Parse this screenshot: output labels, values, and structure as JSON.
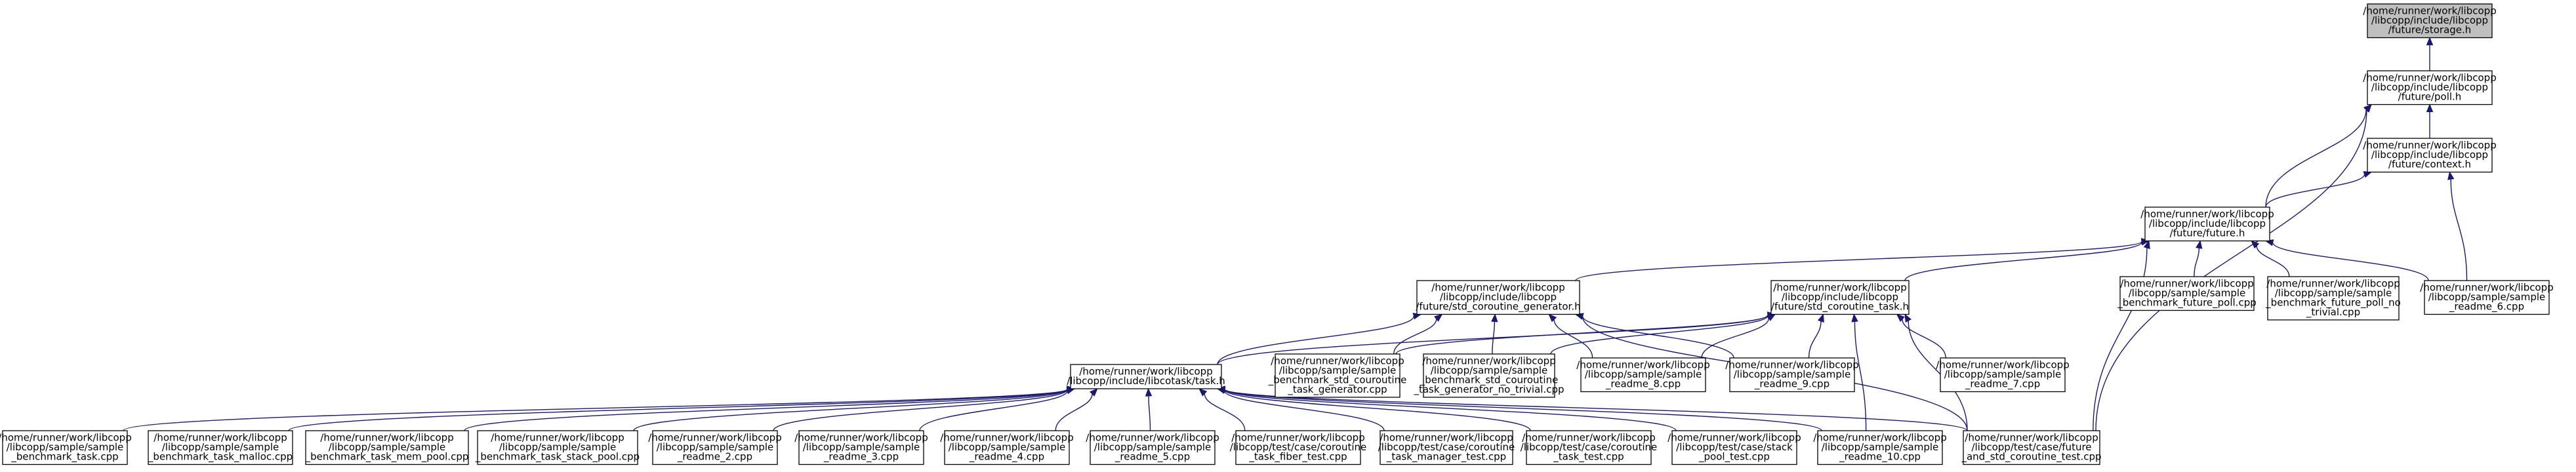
{
  "graph": {
    "title": "",
    "root_node": "storage",
    "colors": {
      "edge": "#191970",
      "root_fill": "#bfbfbf",
      "node_fill": "#ffffff",
      "node_border": "#000000"
    },
    "nodes": [
      {
        "id": "storage",
        "label": [
          "/home/runner/work/libcopp",
          "/libcopp/include/libcopp",
          "/future/storage.h"
        ]
      },
      {
        "id": "poll",
        "label": [
          "/home/runner/work/libcopp",
          "/libcopp/include/libcopp",
          "/future/poll.h"
        ]
      },
      {
        "id": "context",
        "label": [
          "/home/runner/work/libcopp",
          "/libcopp/include/libcopp",
          "/future/context.h"
        ]
      },
      {
        "id": "future",
        "label": [
          "/home/runner/work/libcopp",
          "/libcopp/include/libcopp",
          "/future/future.h"
        ]
      },
      {
        "id": "std_coroutine_generator",
        "label": [
          "/home/runner/work/libcopp",
          "/libcopp/include/libcopp",
          "/future/std_coroutine_generator.h"
        ]
      },
      {
        "id": "std_coroutine_task",
        "label": [
          "/home/runner/work/libcopp",
          "/libcopp/include/libcopp",
          "/future/std_coroutine_task.h"
        ]
      },
      {
        "id": "benchmark_future_poll",
        "label": [
          "/home/runner/work/libcopp",
          "/libcopp/sample/sample",
          "_benchmark_future_poll.cpp"
        ]
      },
      {
        "id": "benchmark_future_poll_no_trivial",
        "label": [
          "/home/runner/work/libcopp",
          "/libcopp/sample/sample",
          "_benchmark_future_poll_no",
          "_trivial.cpp"
        ]
      },
      {
        "id": "readme_6",
        "label": [
          "/home/runner/work/libcopp",
          "/libcopp/sample/sample",
          "_readme_6.cpp"
        ]
      },
      {
        "id": "task_h",
        "label": [
          "/home/runner/work/libcopp",
          "/libcopp/include/libcotask/task.h"
        ]
      },
      {
        "id": "benchmark_std_couroutine_task_generator",
        "label": [
          "/home/runner/work/libcopp",
          "/libcopp/sample/sample",
          "_benchmark_std_couroutine",
          "_task_generator.cpp"
        ]
      },
      {
        "id": "benchmark_std_couroutine_task_generator_no_trivial",
        "label": [
          "/home/runner/work/libcopp",
          "/libcopp/sample/sample",
          "_benchmark_std_couroutine",
          "_task_generator_no_trivial.cpp"
        ]
      },
      {
        "id": "readme_8",
        "label": [
          "/home/runner/work/libcopp",
          "/libcopp/sample/sample",
          "_readme_8.cpp"
        ]
      },
      {
        "id": "readme_9",
        "label": [
          "/home/runner/work/libcopp",
          "/libcopp/sample/sample",
          "_readme_9.cpp"
        ]
      },
      {
        "id": "readme_7",
        "label": [
          "/home/runner/work/libcopp",
          "/libcopp/sample/sample",
          "_readme_7.cpp"
        ]
      },
      {
        "id": "benchmark_task",
        "label": [
          "/home/runner/work/libcopp",
          "/libcopp/sample/sample",
          "_benchmark_task.cpp"
        ]
      },
      {
        "id": "benchmark_task_malloc",
        "label": [
          "/home/runner/work/libcopp",
          "/libcopp/sample/sample",
          "_benchmark_task_malloc.cpp"
        ]
      },
      {
        "id": "benchmark_task_mem_pool",
        "label": [
          "/home/runner/work/libcopp",
          "/libcopp/sample/sample",
          "_benchmark_task_mem_pool.cpp"
        ]
      },
      {
        "id": "benchmark_task_stack_pool",
        "label": [
          "/home/runner/work/libcopp",
          "/libcopp/sample/sample",
          "_benchmark_task_stack_pool.cpp"
        ]
      },
      {
        "id": "readme_2",
        "label": [
          "/home/runner/work/libcopp",
          "/libcopp/sample/sample",
          "_readme_2.cpp"
        ]
      },
      {
        "id": "readme_3",
        "label": [
          "/home/runner/work/libcopp",
          "/libcopp/sample/sample",
          "_readme_3.cpp"
        ]
      },
      {
        "id": "readme_4",
        "label": [
          "/home/runner/work/libcopp",
          "/libcopp/sample/sample",
          "_readme_4.cpp"
        ]
      },
      {
        "id": "readme_5",
        "label": [
          "/home/runner/work/libcopp",
          "/libcopp/sample/sample",
          "_readme_5.cpp"
        ]
      },
      {
        "id": "coroutine_task_fiber_test",
        "label": [
          "/home/runner/work/libcopp",
          "/libcopp/test/case/coroutine",
          "_task_fiber_test.cpp"
        ]
      },
      {
        "id": "coroutine_task_manager_test",
        "label": [
          "/home/runner/work/libcopp",
          "/libcopp/test/case/coroutine",
          "_task_manager_test.cpp"
        ]
      },
      {
        "id": "coroutine_task_test",
        "label": [
          "/home/runner/work/libcopp",
          "/libcopp/test/case/coroutine",
          "_task_test.cpp"
        ]
      },
      {
        "id": "stack_pool_test",
        "label": [
          "/home/runner/work/libcopp",
          "/libcopp/test/case/stack",
          "_pool_test.cpp"
        ]
      },
      {
        "id": "readme_10",
        "label": [
          "/home/runner/work/libcopp",
          "/libcopp/sample/sample",
          "_readme_10.cpp"
        ]
      },
      {
        "id": "future_and_std_coroutine_test",
        "label": [
          "/home/runner/work/libcopp",
          "/libcopp/test/case/future",
          "_and_std_coroutine_test.cpp"
        ]
      }
    ],
    "edges": [
      {
        "from": "poll",
        "to": "storage"
      },
      {
        "from": "context",
        "to": "poll"
      },
      {
        "from": "future",
        "to": "poll"
      },
      {
        "from": "future_and_std_coroutine_test",
        "to": "poll"
      },
      {
        "from": "future",
        "to": "context"
      },
      {
        "from": "readme_6",
        "to": "context"
      },
      {
        "from": "std_coroutine_generator",
        "to": "future"
      },
      {
        "from": "std_coroutine_task",
        "to": "future"
      },
      {
        "from": "benchmark_future_poll",
        "to": "future"
      },
      {
        "from": "benchmark_future_poll_no_trivial",
        "to": "future"
      },
      {
        "from": "readme_6",
        "to": "future"
      },
      {
        "from": "future_and_std_coroutine_test",
        "to": "future"
      },
      {
        "from": "task_h",
        "to": "std_coroutine_generator"
      },
      {
        "from": "benchmark_std_couroutine_task_generator",
        "to": "std_coroutine_generator"
      },
      {
        "from": "benchmark_std_couroutine_task_generator_no_trivial",
        "to": "std_coroutine_generator"
      },
      {
        "from": "readme_8",
        "to": "std_coroutine_generator"
      },
      {
        "from": "readme_9",
        "to": "std_coroutine_generator"
      },
      {
        "from": "future_and_std_coroutine_test",
        "to": "std_coroutine_generator"
      },
      {
        "from": "task_h",
        "to": "std_coroutine_task"
      },
      {
        "from": "benchmark_std_couroutine_task_generator",
        "to": "std_coroutine_task"
      },
      {
        "from": "benchmark_std_couroutine_task_generator_no_trivial",
        "to": "std_coroutine_task"
      },
      {
        "from": "readme_8",
        "to": "std_coroutine_task"
      },
      {
        "from": "readme_9",
        "to": "std_coroutine_task"
      },
      {
        "from": "readme_7",
        "to": "std_coroutine_task"
      },
      {
        "from": "readme_10",
        "to": "std_coroutine_task"
      },
      {
        "from": "future_and_std_coroutine_test",
        "to": "std_coroutine_task"
      },
      {
        "from": "benchmark_task",
        "to": "task_h"
      },
      {
        "from": "benchmark_task_malloc",
        "to": "task_h"
      },
      {
        "from": "benchmark_task_mem_pool",
        "to": "task_h"
      },
      {
        "from": "benchmark_task_stack_pool",
        "to": "task_h"
      },
      {
        "from": "readme_2",
        "to": "task_h"
      },
      {
        "from": "readme_3",
        "to": "task_h"
      },
      {
        "from": "readme_4",
        "to": "task_h"
      },
      {
        "from": "readme_5",
        "to": "task_h"
      },
      {
        "from": "coroutine_task_fiber_test",
        "to": "task_h"
      },
      {
        "from": "coroutine_task_manager_test",
        "to": "task_h"
      },
      {
        "from": "coroutine_task_test",
        "to": "task_h"
      },
      {
        "from": "stack_pool_test",
        "to": "task_h"
      },
      {
        "from": "readme_10",
        "to": "task_h"
      },
      {
        "from": "future_and_std_coroutine_test",
        "to": "task_h"
      }
    ]
  }
}
